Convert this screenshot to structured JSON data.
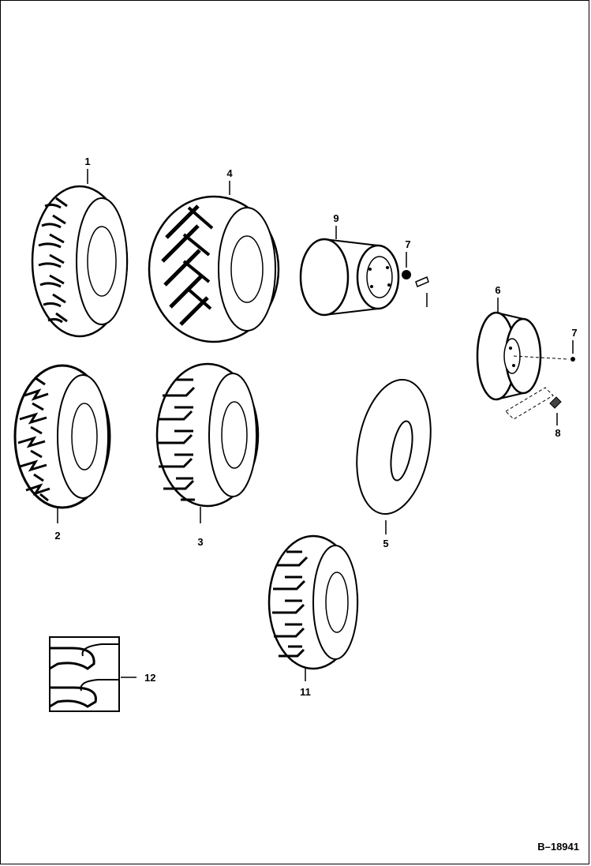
{
  "callouts": {
    "c1": "1",
    "c2": "2",
    "c3": "3",
    "c4": "4",
    "c5": "5",
    "c6": "6",
    "c7a": "7",
    "c7b": "7",
    "c8": "8",
    "c9": "9",
    "c11": "11",
    "c12": "12"
  },
  "drawing_number": "B–18941"
}
